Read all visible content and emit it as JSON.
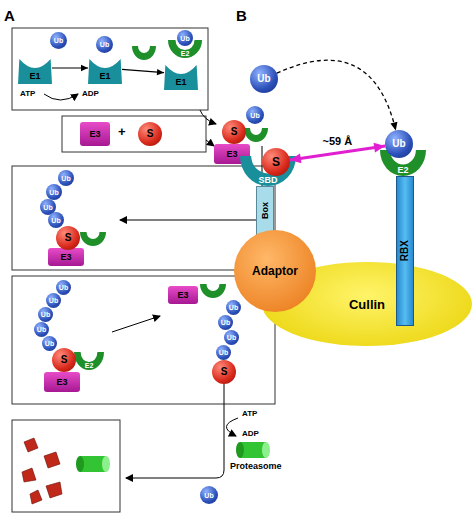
{
  "diagram": {
    "nodes": [
      {
        "text": [
          "E1"
        ]
      },
      {
        "text": [
          "Ub"
        ]
      },
      {
        "text": [
          "E1"
        ]
      },
      {
        "text": [
          "Ub"
        ]
      },
      {
        "text": [
          "E1"
        ]
      },
      {
        "text": [
          "E2"
        ]
      },
      {
        "text": [
          "Ub"
        ]
      },
      {
        "text": [
          "E3"
        ]
      },
      {
        "text": [
          "S"
        ]
      },
      {
        "text": [
          "S"
        ]
      },
      {
        "text": [
          "Ub"
        ]
      },
      {
        "text": [
          "E3"
        ]
      },
      {
        "text": [
          "Ub"
        ]
      },
      {
        "text": [
          "Ub"
        ]
      },
      {
        "text": [
          "Ub"
        ]
      },
      {
        "text": [
          "Ub"
        ]
      },
      {
        "text": [
          "S"
        ]
      },
      {
        "text": [
          "E3"
        ]
      },
      {
        "text": [
          "Ub"
        ]
      },
      {
        "text": [
          "Ub"
        ]
      },
      {
        "text": [
          "Ub"
        ]
      },
      {
        "text": [
          "Ub"
        ]
      },
      {
        "text": [
          "Ub"
        ]
      },
      {
        "text": [
          "S"
        ]
      },
      {
        "text": [
          "E2"
        ]
      },
      {
        "text": [
          "E3"
        ]
      },
      {
        "text": [
          "E3"
        ]
      },
      {
        "text": [
          "Ub"
        ]
      },
      {
        "text": [
          "Ub"
        ]
      },
      {
        "text": [
          "Ub"
        ]
      },
      {
        "text": [
          "Ub"
        ]
      },
      {
        "text": [
          "S"
        ]
      },
      {
        "text": [
          "Ub"
        ]
      },
      {
        "text": [
          "Ub"
        ]
      },
      {
        "text": [
          "Ub"
        ]
      },
      {
        "text": [
          "S"
        ]
      },
      {
        "text": [
          "E2"
        ]
      },
      {
        "text": [
          "SBD"
        ]
      },
      {
        "text": [
          "Box"
        ]
      },
      {
        "text": [
          "Adaptor"
        ]
      },
      {
        "text": [
          "RBX"
        ]
      },
      {
        "text": [
          "Cullin"
        ]
      }
    ],
    "edges": [
      {
        "from": 0,
        "to": 2,
        "arrow": "to"
      },
      {
        "from": 2,
        "to": 4,
        "arrow": "to"
      },
      {
        "from": 33,
        "to": 34,
        "arrow": "to"
      },
      {
        "from": 35,
        "to": 34,
        "label": "~59 Å",
        "arrow": "both"
      }
    ],
    "labels": [
      "A",
      "B",
      "ATP",
      "ADP",
      "+",
      "ATP",
      "ADP",
      "Proteasome"
    ]
  }
}
